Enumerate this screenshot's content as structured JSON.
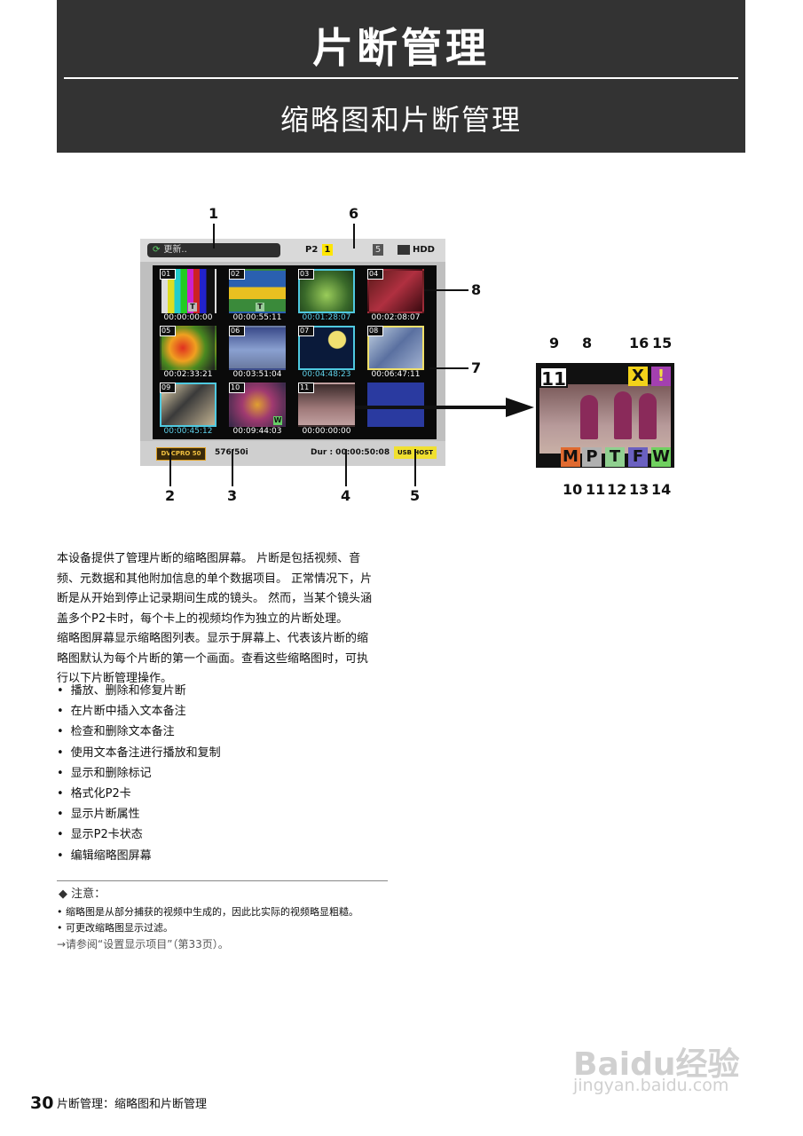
{
  "header": {
    "title": "片断管理",
    "subtitle": "缩略图和片断管理"
  },
  "screen": {
    "update_label": "更新..",
    "p2_label": "P2",
    "slot_1": "1",
    "slot_5": "5",
    "hdd_label": "HDD",
    "format_badge": "DVCPRO 50",
    "format_text": "576/50i",
    "duration": "Dur : 00:00:50:08",
    "usb_host": "USB HOST",
    "clips": [
      {
        "num": "01",
        "tc": "00:00:00:00",
        "tc_color": "white"
      },
      {
        "num": "02",
        "tc": "00:00:55:11",
        "tc_color": "white"
      },
      {
        "num": "03",
        "tc": "00:01:28:07",
        "tc_color": "cyan"
      },
      {
        "num": "04",
        "tc": "00:02:08:07",
        "tc_color": "white"
      },
      {
        "num": "05",
        "tc": "00:02:33:21",
        "tc_color": "white"
      },
      {
        "num": "06",
        "tc": "00:03:51:04",
        "tc_color": "white"
      },
      {
        "num": "07",
        "tc": "00:04:48:23",
        "tc_color": "cyan"
      },
      {
        "num": "08",
        "tc": "00:06:47:11",
        "tc_color": "white"
      },
      {
        "num": "09",
        "tc": "00:00:45:12",
        "tc_color": "cyan"
      },
      {
        "num": "10",
        "tc": "00:09:44:03",
        "tc_color": "white"
      },
      {
        "num": "11",
        "tc": "00:00:00:00",
        "tc_color": "white"
      }
    ]
  },
  "zoom": {
    "clip_num": "11",
    "x_mark": "X",
    "warn_mark": "!",
    "marks": [
      "M",
      "P",
      "T",
      "F",
      "W"
    ]
  },
  "callouts": {
    "c1": "1",
    "c2": "2",
    "c3": "3",
    "c4": "4",
    "c5": "5",
    "c6": "6",
    "c7": "7",
    "c8": "8",
    "z9": "9",
    "z8": "8",
    "z16": "16",
    "z15": "15",
    "z10": "10",
    "z11": "11",
    "z12": "12",
    "z13": "13",
    "z14": "14"
  },
  "body": {
    "paragraphs": [
      "本设备提供了管理片断的缩略图屏幕。 片断是包括视频、音",
      "频、元数据和其他附加信息的单个数据项目。 正常情况下，片",
      "断是从开始到停止记录期间生成的镜头。 然而，当某个镜头涵",
      "盖多个P2卡时，每个卡上的视频均作为独立的片断处理。",
      "缩略图屏幕显示缩略图列表。显示于屏幕上、代表该片断的缩",
      "略图默认为每个片断的第一个画面。查看这些缩略图时，可执",
      "行以下片断管理操作。"
    ],
    "bullets": [
      "播放、删除和修复片断",
      "在片断中插入文本备注",
      "检查和删除文本备注",
      "使用文本备注进行播放和复制",
      "显示和删除标记",
      "格式化P2卡",
      "显示片断属性",
      "显示P2卡状态",
      "编辑缩略图屏幕"
    ]
  },
  "note": {
    "heading": "◆ 注意：",
    "item1": "• 缩略图是从部分捕获的视频中生成的，因此比实际的视频略显粗糙。",
    "item2": "• 可更改缩略图显示过滤。",
    "ref": "→请参阅“设置显示项目”（第33页）。"
  },
  "footer": {
    "page_num": "30",
    "text": "片断管理：缩略图和片断管理"
  },
  "watermark": {
    "logo": "Baidu经验",
    "url": "jingyan.baidu.com"
  }
}
